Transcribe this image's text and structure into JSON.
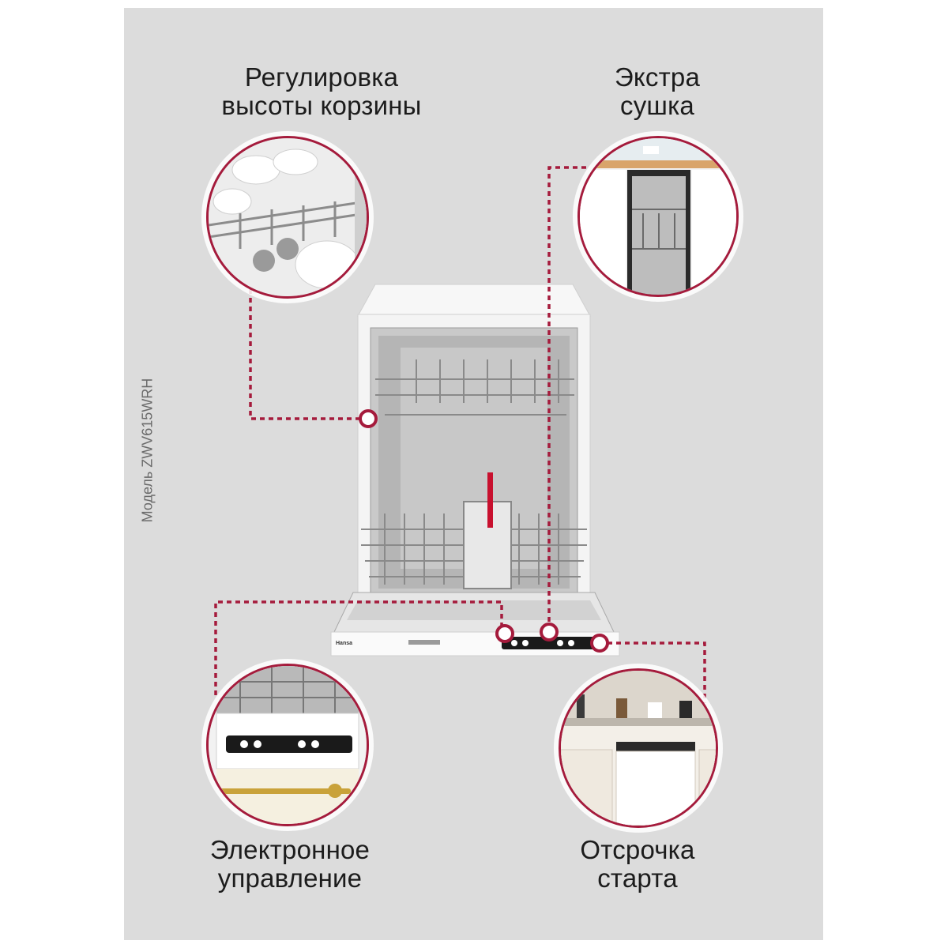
{
  "model_label": "Модель ZWV615WRH",
  "features": {
    "basket_height": {
      "line1": "Регулировка",
      "line2": "высоты корзины"
    },
    "extra_dry": {
      "line1": "Экстра",
      "line2": "сушка"
    },
    "electronic_control": {
      "line1": "Электронное",
      "line2": "управление"
    },
    "delay_start": {
      "line1": "Отсрочка",
      "line2": "старта"
    }
  },
  "brand": "Hansa",
  "colors": {
    "accent": "#a51b3c",
    "background": "#dcdcdc"
  },
  "icons": [
    "basket-detail-image",
    "kitchen-dishwasher-image",
    "control-panel-image",
    "kitchen-interior-image",
    "dishwasher-image"
  ]
}
